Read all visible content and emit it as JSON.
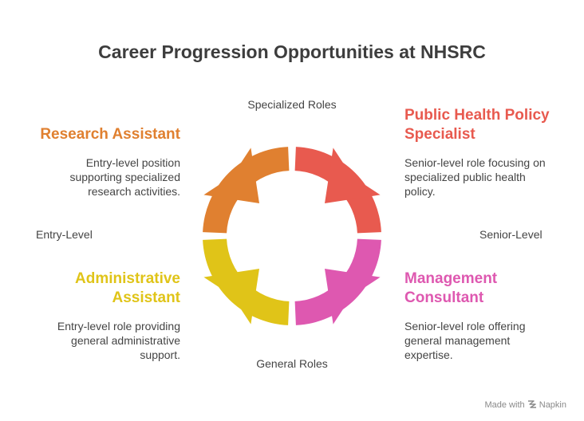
{
  "title": "Career Progression Opportunities at NHSRC",
  "axes": {
    "top": "Specialized Roles",
    "bottom": "General Roles",
    "left": "Entry-Level",
    "right": "Senior-Level"
  },
  "quadrants": {
    "top_left": {
      "heading_lines": [
        "Research Assistant"
      ],
      "desc_lines": [
        "Entry-level position",
        "supporting specialized",
        "research activities."
      ],
      "color": "#e08030"
    },
    "top_right": {
      "heading_lines": [
        "Public Health Policy",
        "Specialist"
      ],
      "desc_lines": [
        "Senior-level role focusing on",
        "specialized public health",
        "policy."
      ],
      "color": "#e85a4f"
    },
    "bottom_left": {
      "heading_lines": [
        "Administrative",
        "Assistant"
      ],
      "desc_lines": [
        "Entry-level role providing",
        "general administrative",
        "support."
      ],
      "color": "#e0c418"
    },
    "bottom_right": {
      "heading_lines": [
        "Management",
        "Consultant"
      ],
      "desc_lines": [
        "Senior-level role offering",
        "general management",
        "expertise."
      ],
      "color": "#de58b0"
    }
  },
  "title_color": "#3d3d3d",
  "icons": {
    "watermark": "napkin-icon"
  },
  "watermark": {
    "made_with": "Made with",
    "brand": "Napkin"
  }
}
